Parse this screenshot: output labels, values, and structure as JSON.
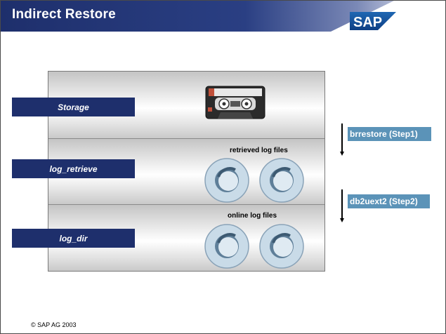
{
  "header": {
    "title": "Indirect Restore",
    "logo": "SAP"
  },
  "colors": {
    "header_blue": "#1e2f6c",
    "label_blue": "#1e2f6c",
    "step_blue": "#5b93b8"
  },
  "tiers": [
    {
      "label": "Storage",
      "caption": "",
      "icon": "cassette-tape-icon"
    },
    {
      "label": "log_retrieve",
      "caption": "retrieved log files",
      "icon": "disk-icon"
    },
    {
      "label": "log_dir",
      "caption": "online log files",
      "icon": "disk-icon"
    }
  ],
  "steps": [
    {
      "label": "brrestore (Step1)"
    },
    {
      "label": "db2uext2 (Step2)"
    }
  ],
  "footer": {
    "copyright": "SAP AG 2003"
  }
}
